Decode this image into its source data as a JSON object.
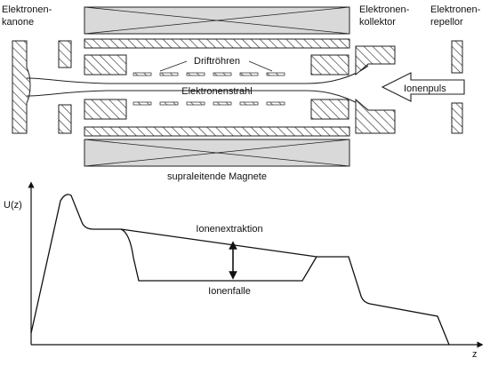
{
  "labels": {
    "gun_line1": "Elektronen-",
    "gun_line2": "kanone",
    "collector_line1": "Elektronen-",
    "collector_line2": "kollektor",
    "repeller_line1": "Elektronen-",
    "repeller_line2": "repellor",
    "drift_tubes": "Driftröhren",
    "electron_beam": "Elektronenstrahl",
    "ion_pulse": "Ionenpuls",
    "magnets": "supraleitende Magnete"
  },
  "plot": {
    "y_axis_label": "U(z)",
    "x_axis_label": "z",
    "curve_upper_label": "Ionenextraktion",
    "curve_lower_label": "Ionenfalle"
  },
  "colors": {
    "stroke": "#222222",
    "magnet_fill": "#d9d9d9",
    "hatch": "#333333"
  }
}
